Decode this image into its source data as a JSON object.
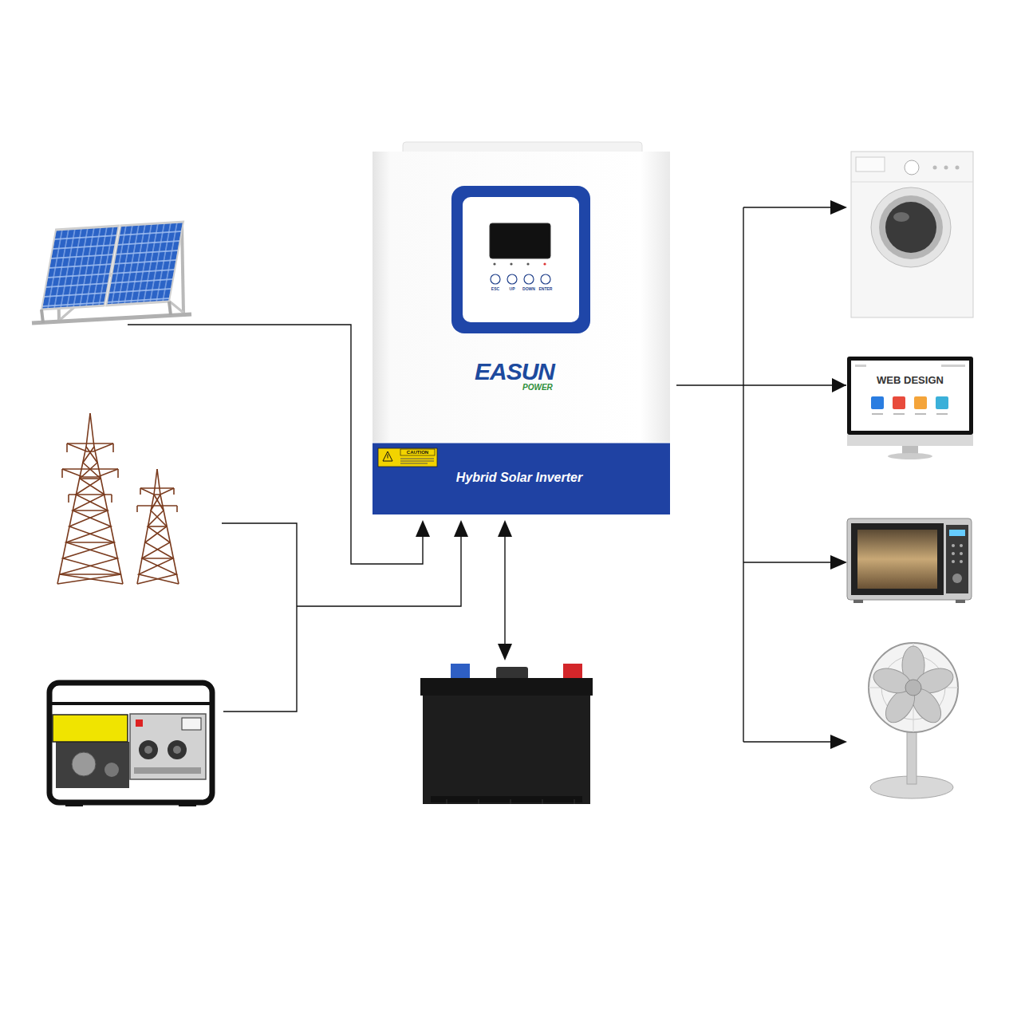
{
  "diagram": {
    "nodes": [
      {
        "text": [
          "EASUN",
          "POWER",
          "Hybrid Solar Inverter"
        ]
      },
      {
        "text": [
          "CAUTION"
        ],
        "in": 0
      },
      {
        "text": [
          "WEB DESIGN"
        ]
      }
    ],
    "edges": [
      {
        "from": 0,
        "to": 2,
        "arrow": "to"
      }
    ],
    "labels": [
      "ESC",
      "UP",
      "DOWN",
      "ENTER"
    ]
  }
}
